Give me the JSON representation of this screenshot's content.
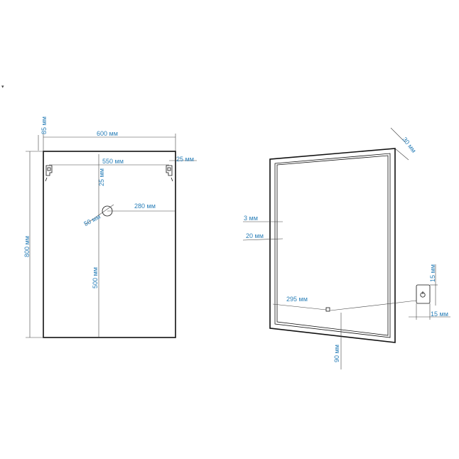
{
  "front_view": {
    "width_total": "600 мм",
    "top_offset": "85 мм",
    "height": "800 мм",
    "mount_spacing": "550 мм",
    "edge_offset": "25 мм",
    "mount_drop": "25 мм",
    "outlet_diameter": "50 мм",
    "outlet_horizontal": "280 мм",
    "outlet_vertical": "500 мм"
  },
  "side_view": {
    "depth": "30 мм",
    "frame_thin": "3 мм",
    "frame_wide": "20 мм",
    "switch_offset": "295 мм",
    "switch_height": "90 мм",
    "switch_size_v": "15 мм",
    "switch_size_h": "15 мм"
  },
  "icons": {
    "switch": "power-icon",
    "hangers": "wall-hook-icon"
  },
  "colors": {
    "dimension_text": "#2a7fb8",
    "outline": "#111111"
  }
}
